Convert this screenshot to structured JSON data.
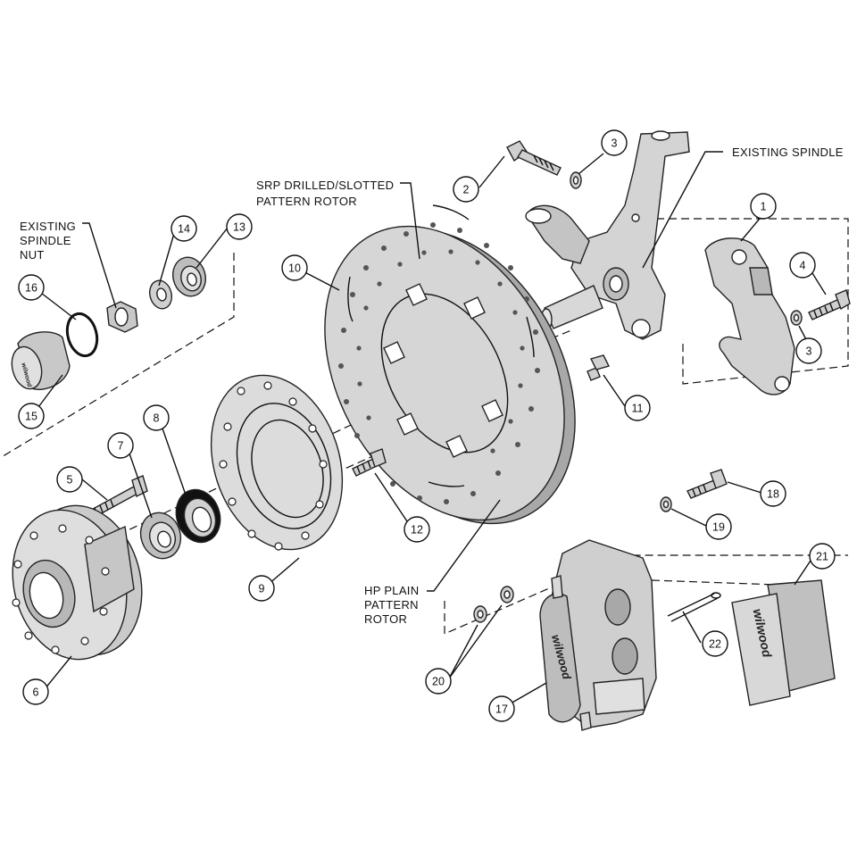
{
  "labels": {
    "existing_spindle": "EXISTING SPINDLE",
    "srp_rotor_line1": "SRP DRILLED/SLOTTED",
    "srp_rotor_line2": "PATTERN ROTOR",
    "spindle_nut_line1": "EXISTING",
    "spindle_nut_line2": "SPINDLE",
    "spindle_nut_line3": "NUT",
    "hp_rotor_line1": "HP PLAIN",
    "hp_rotor_line2": "PATTERN",
    "hp_rotor_line3": "ROTOR"
  },
  "callouts": [
    "1",
    "2",
    "3",
    "3",
    "4",
    "5",
    "6",
    "7",
    "8",
    "9",
    "10",
    "11",
    "12",
    "13",
    "14",
    "15",
    "16",
    "17",
    "18",
    "19",
    "20",
    "21",
    "22"
  ],
  "brand_marks": [
    "wilwood",
    "wilwood",
    "wilwood"
  ],
  "colors": {
    "part_fill": "#cfcfcf",
    "part_shadow": "#9a9a9a",
    "line": "#111111",
    "background": "#ffffff"
  }
}
